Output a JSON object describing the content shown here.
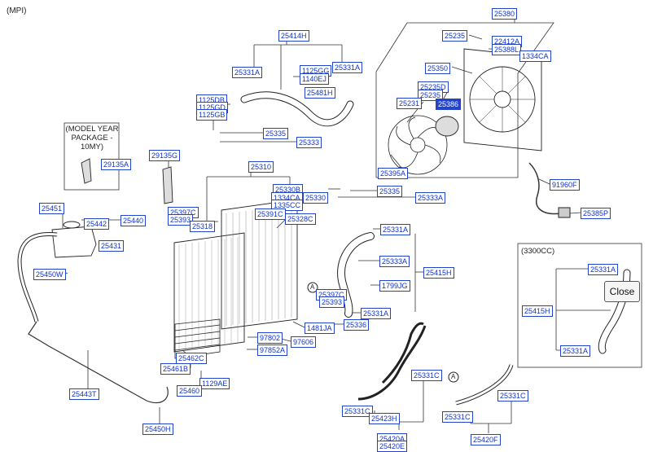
{
  "corner_label": "(MPI)",
  "model_year_note": "(MODEL YEAR\nPACKAGE - 10MY)",
  "engine_note": "(3300CC)",
  "close_label": "Close",
  "accent_color": "#2244cc",
  "callouts": {
    "c25380": "25380",
    "c25235a": "25235",
    "c22412A": "22412A",
    "c25388L": "25388L",
    "c1334CA_a": "1334CA",
    "c25350": "25350",
    "c25235D": "25235D",
    "c25235b": "25235",
    "c25231": "25231",
    "c25386": "25386",
    "c25395A": "25395A",
    "c25414H": "25414H",
    "c25331A_a": "25331A",
    "c1125GG": "1125GG",
    "c1140EJ": "1140EJ",
    "c25331A_b": "25331A",
    "c25481H": "25481H",
    "c1125DB": "1125DB",
    "c1125GD": "1125GD",
    "c1125GB": "1125GB",
    "c25335a": "25335",
    "c25333": "25333",
    "c29135G": "29135G",
    "c29135A": "29135A",
    "c25310": "25310",
    "c25330B": "25330B",
    "c1334CA_b": "1334CA",
    "c25330": "25330",
    "c1335CC": "1335CC",
    "c25335b": "25335",
    "c25333A_a": "25333A",
    "c91960F": "91960F",
    "c25385P": "25385P",
    "c25451": "25451",
    "c25442": "25442",
    "c25440": "25440",
    "c25397C_a": "25397C",
    "c25393_a": "25393",
    "c25318": "25318",
    "c25391C": "25391C",
    "c25328C": "25328C",
    "c25331A_c": "25331A",
    "c25431": "25431",
    "c25333A_b": "25333A",
    "c25415H_a": "25415H",
    "c25450W": "25450W",
    "c1799JG": "1799JG",
    "c25397C_b": "25397C",
    "c25393_b": "25393",
    "c25331A_d": "25331A",
    "c1481JA": "1481JA",
    "c25336": "25336",
    "c97802": "97802",
    "c97606": "97606",
    "c97852A": "97852A",
    "c25462C": "25462C",
    "c25461B": "25461B",
    "c1129AE": "1129AE",
    "c25460": "25460",
    "c25443T": "25443T",
    "c25450H": "25450H",
    "c25331C_a": "25331C",
    "c25331C_b": "25331C",
    "c25423H": "25423H",
    "c25420A": "25420A",
    "c25420E": "25420E",
    "c25331C_c": "25331C",
    "c25331C_d": "25331C",
    "c25420F": "25420F",
    "c25331A_e": "25331A",
    "c25415H_b": "25415H",
    "c25331A_f": "25331A"
  },
  "ref_marks": {
    "a1": "A",
    "a2": "A"
  }
}
